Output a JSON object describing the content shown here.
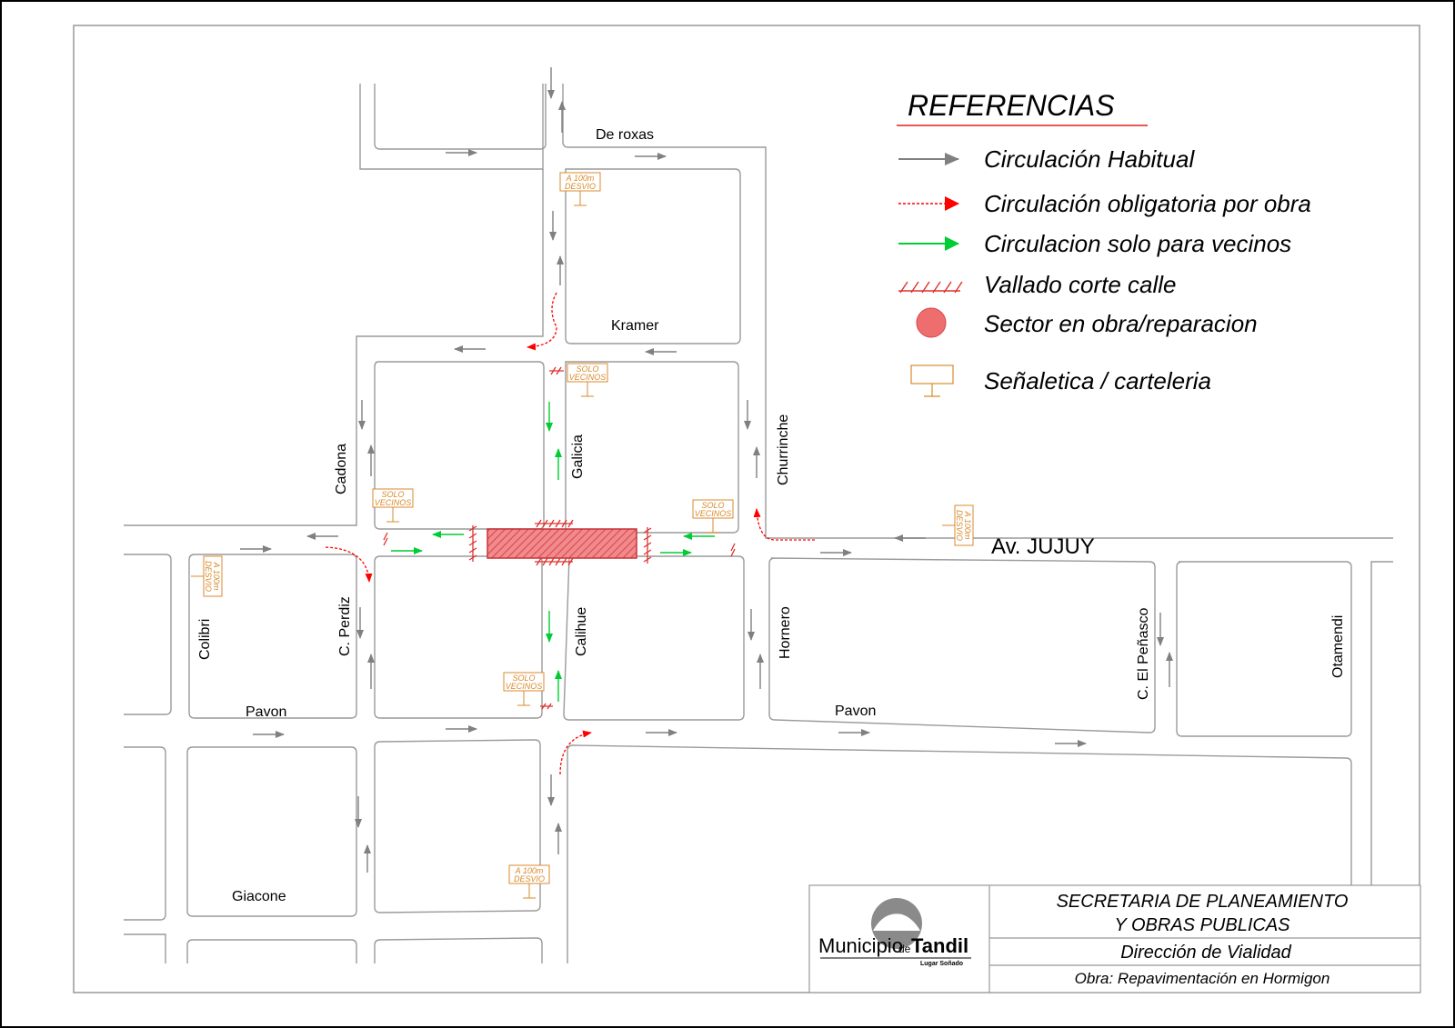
{
  "references": {
    "title": "REFERENCIAS",
    "items": [
      {
        "key": "normal",
        "label": "Circulación Habitual"
      },
      {
        "key": "mandatory",
        "label": "Circulación obligatoria por obra"
      },
      {
        "key": "residents",
        "label": "Circulacion solo para vecinos"
      },
      {
        "key": "barrier",
        "label": "Vallado corte calle"
      },
      {
        "key": "worksite",
        "label": "Sector en obra/reparacion"
      },
      {
        "key": "signage",
        "label": "Señaletica / carteleria"
      }
    ]
  },
  "streets": {
    "de_roxas": "De roxas",
    "kramer": "Kramer",
    "cadona": "Cadona",
    "galicia": "Galicia",
    "churrinche": "Churrinche",
    "av_jujuy": "Av. JUJUY",
    "colibri": "Colibri",
    "c_perdiz": "C. Perdiz",
    "calihue": "Calihue",
    "hornero": "Hornero",
    "c_el_penasco": "C. El Peñasco",
    "otamendi": "Otamendi",
    "pavon_left": "Pavon",
    "pavon_right": "Pavon",
    "giacone": "Giacone"
  },
  "signs": {
    "detour_line1": "A 100m",
    "detour_line2": "DESVIO",
    "residents_line1": "SOLO",
    "residents_line2": "VECINOS"
  },
  "title_block": {
    "office_line1": "SECRETARIA DE PLANEAMIENTO",
    "office_line2": "Y OBRAS PUBLICAS",
    "department": "Dirección de Vialidad",
    "project": "Obra: Repavimentación en Hormigon",
    "logo_main": "Municipio",
    "logo_de": "de",
    "logo_city": "Tandil",
    "logo_tagline": "Lugar Soñado"
  },
  "colors": {
    "normal": "#808080",
    "mandatory": "#ff0000",
    "residents": "#00cc33",
    "barrier": "#e0302c",
    "worksite": "#ee6e70",
    "signage": "#d88a2c"
  }
}
